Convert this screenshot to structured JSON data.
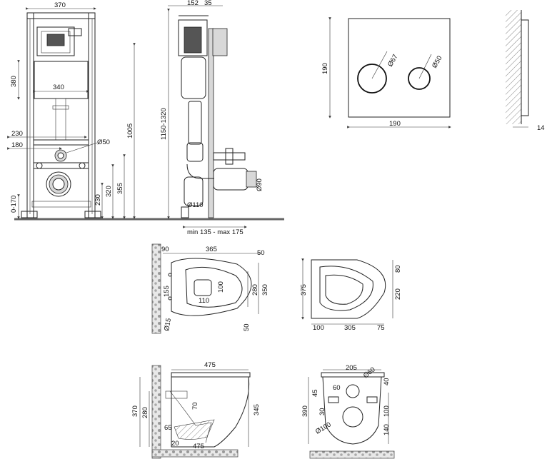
{
  "frame": {
    "width": "370",
    "height_380": "380",
    "tank_width": "340",
    "d230": "230",
    "d180": "180",
    "pipe_d50": "Ø50",
    "floor_range": "0-170",
    "h230": "230",
    "h320": "320",
    "h355": "355",
    "h1005": "1005"
  },
  "side": {
    "top_152": "152",
    "top_35": "35",
    "height_range": "1150-1320",
    "pipe_d110": "Ø110",
    "pipe_d90": "Ø90",
    "depth_range": "min 135 - max 175"
  },
  "plate": {
    "height": "190",
    "width": "190",
    "btn_large": "Ø67",
    "btn_small": "Ø50",
    "thickness": "14"
  },
  "toilet_top": {
    "d90": "90",
    "d365": "365",
    "d50a": "50",
    "d155": "155",
    "d15": "Ø15",
    "d100": "100",
    "d110": "110",
    "d280": "280",
    "d350": "350",
    "d50b": "50"
  },
  "seat_top": {
    "d375": "375",
    "d80": "80",
    "d220": "220",
    "d100": "100",
    "d305": "305",
    "d75": "75"
  },
  "toilet_side": {
    "top_475": "475",
    "d370": "370",
    "d280": "280",
    "d70": "70",
    "d345": "345",
    "d65": "65",
    "d20": "20",
    "bottom_475": "475"
  },
  "toilet_back": {
    "d205": "205",
    "d60_circle": "Ø60",
    "d60": "60",
    "d40": "40",
    "d390": "390",
    "d45": "45",
    "d30": "30",
    "d100_circle": "Ø100",
    "d100": "100",
    "d140": "140"
  }
}
